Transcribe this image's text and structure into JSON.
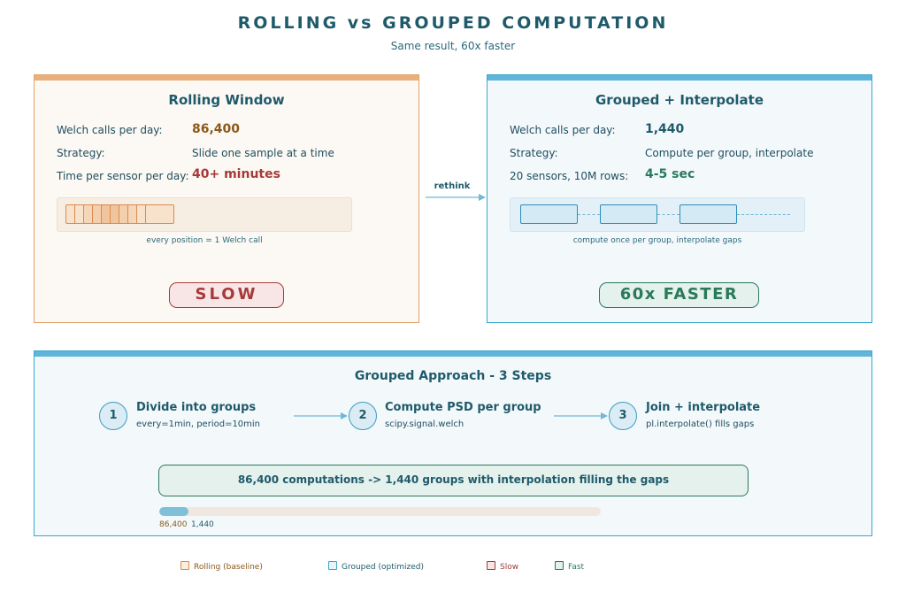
{
  "header": {
    "title": "ROLLING vs GROUPED COMPUTATION",
    "subtitle": "Same result, 60x faster"
  },
  "rolling": {
    "title": "Rolling Window",
    "rows": [
      {
        "label": "Welch calls per day:",
        "value": "86,400"
      },
      {
        "label": "Strategy:",
        "value": "Slide one sample at a time"
      },
      {
        "label": "Time per sensor per day:",
        "value": "40+ minutes"
      }
    ],
    "caption": "every position = 1 Welch call",
    "badge": "SLOW",
    "colors": {
      "accent": "#e3a36a",
      "value": "#8a5a1c",
      "badge": "#a63a3a"
    }
  },
  "arrow": {
    "label": "rethink"
  },
  "grouped": {
    "title": "Grouped + Interpolate",
    "rows": [
      {
        "label": "Welch calls per day:",
        "value": "1,440"
      },
      {
        "label": "Strategy:",
        "value": "Compute per group, interpolate"
      },
      {
        "label": "20 sensors, 10M rows:",
        "value": "4-5 sec"
      }
    ],
    "caption": "compute once per group, interpolate gaps",
    "badge": "60x FASTER",
    "colors": {
      "accent": "#3aa6cf",
      "value": "#1f5a6b",
      "badge": "#2a7a5a"
    }
  },
  "steps": {
    "title": "Grouped Approach - 3 Steps",
    "items": [
      {
        "num": "1",
        "title": "Divide into groups",
        "sub": "every=1min, period=10min"
      },
      {
        "num": "2",
        "title": "Compute PSD per group",
        "sub": "scipy.signal.welch"
      },
      {
        "num": "3",
        "title": "Join + interpolate",
        "sub": "pl.interpolate() fills gaps"
      }
    ],
    "summary": "86,400 computations -> 1,440 groups with interpolation filling the gaps",
    "progress": {
      "total": 86400,
      "grouped": 1440,
      "label_total": "86,400",
      "label_grouped": "1,440"
    }
  },
  "legend": [
    {
      "label": "Rolling (baseline)",
      "color": "#d98b4e"
    },
    {
      "label": "Grouped (optimized)",
      "color": "#3aa6cf"
    },
    {
      "label": "Slow",
      "color": "#a63a3a"
    },
    {
      "label": "Fast",
      "color": "#2a7a5a"
    }
  ]
}
